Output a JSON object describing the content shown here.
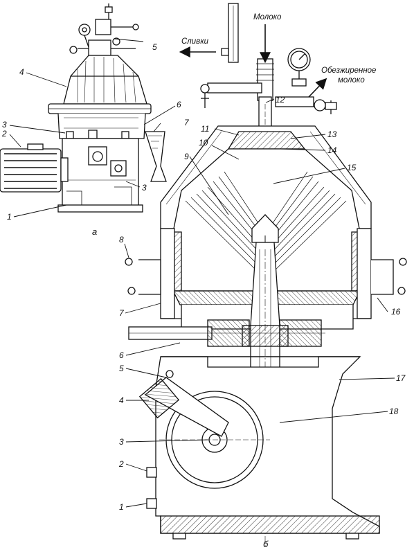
{
  "colors": {
    "ink": "#111111",
    "background": "#ffffff",
    "hatch": "#333333"
  },
  "flow_labels": {
    "milk_in": "Молоко",
    "cream_out": "Сливки",
    "skim_out_line1": "Обезжиренное",
    "skim_out_line2": "молоко"
  },
  "subfigure_labels": {
    "a": "а",
    "b": "б"
  },
  "overview_callouts": {
    "n1": "1",
    "n2": "2",
    "n3a": "3",
    "n3b": "3",
    "n4": "4",
    "n5": "5",
    "n6": "6",
    "n7": "7"
  },
  "section_callouts": {
    "n1": "1",
    "n2": "2",
    "n3": "3",
    "n4": "4",
    "n5": "5",
    "n6": "6",
    "n7": "7",
    "n8": "8",
    "n9": "9",
    "n10": "10",
    "n11": "11",
    "n12": "12",
    "n13": "13",
    "n14": "14",
    "n15": "15",
    "n16": "16",
    "n17": "17",
    "n18": "18"
  },
  "icons": [
    "pressure-gauge-icon",
    "flow-arrow-icon",
    "electric-motor-icon",
    "separator-bowl-icon"
  ]
}
